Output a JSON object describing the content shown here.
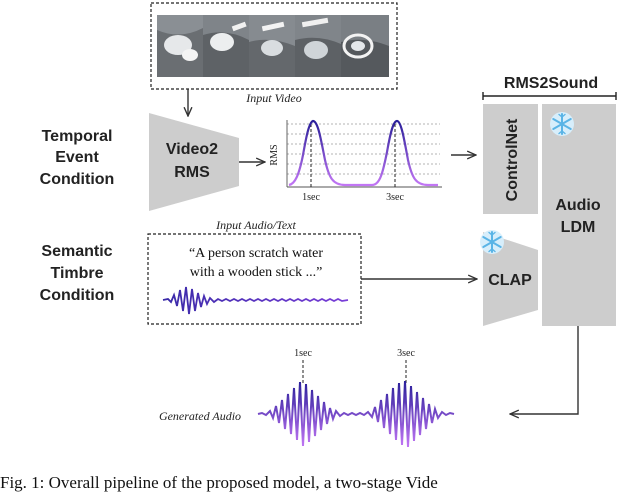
{
  "condition_labels": {
    "temporal": [
      "Temporal",
      "Event",
      "Condition"
    ],
    "semantic": [
      "Semantic",
      "Timbre",
      "Condition"
    ]
  },
  "input_video_label": "Input Video",
  "video2rms_label": [
    "Video2",
    "RMS"
  ],
  "rms_plot": {
    "ylabel": "RMS",
    "peaks": [
      "1sec",
      "3sec"
    ]
  },
  "rms2sound_label": "RMS2Sound",
  "controlnet_label": "ControlNet",
  "audio_ldm_label": [
    "Audio",
    "LDM"
  ],
  "input_audio_text_label": "Input Audio/Text",
  "prompt_text": [
    "“A person scratch water",
    "with a wooden stick ...”"
  ],
  "clap_label": "CLAP",
  "generated_audio_label": "Generated Audio",
  "generated_peaks": [
    "1sec",
    "3sec"
  ],
  "caption": "Fig. 1: Overall pipeline of the proposed model, a two-stage Vide",
  "colors": {
    "block_gray": "#cdcdcd",
    "wave_start": "#3a2aa8",
    "wave_end": "#b86cf2",
    "snowflake": "#9fd4f2"
  }
}
